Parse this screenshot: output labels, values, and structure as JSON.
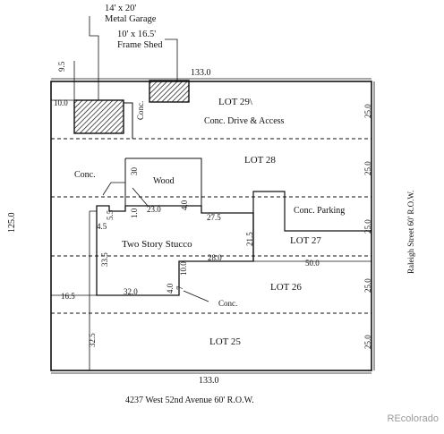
{
  "labels": {
    "garage_size": "14' x 20'",
    "garage_name": "Metal Garage",
    "shed_size": "10' x 16.5'",
    "shed_name": "Frame Shed",
    "top_width": "133.0",
    "bottom_width": "133.0",
    "left_depth": "125.0",
    "lot29": "LOT 29\\",
    "lot28": "LOT 28",
    "lot27": "LOT 27",
    "lot26": "LOT 26",
    "lot25": "LOT 25",
    "drive": "Conc. Drive & Access",
    "conc_garage": "Conc.",
    "conc_left": "Conc.",
    "conc_bottom": "Conc.",
    "wood": "Wood",
    "parking": "Conc. Parking",
    "house": "Two Story Stucco",
    "street_east": "Raleigh Street 60' R.O.W.",
    "street_south": "4237 West 52nd Avenue 60' R.O.W.",
    "lot_w_29": "25.0",
    "lot_w_28": "25.0",
    "lot_w_27": "25.0",
    "lot_w_26": "25.0",
    "lot_w_25": "25.0",
    "d_9_5": "9.5",
    "d_10_0": "10.0",
    "d_30": "30",
    "d_1_0": "1.0",
    "d_23_0": "23.0",
    "d_4_0": "4.0",
    "d_27_5": "27.5",
    "d_4_5": "4.5",
    "d_5_5": "5.5",
    "d_21_5": "21.5",
    "d_33_5": "33.5",
    "d_28_0": "28.0",
    "d_50_0": "50.0",
    "d_16_5": "16.5",
    "d_32_0": "32.0",
    "d_4_0b": "4.0",
    "d_10_0b": "10.0",
    "d_7": "7",
    "d_32_5": "32.5"
  },
  "watermark": "REcolorado"
}
